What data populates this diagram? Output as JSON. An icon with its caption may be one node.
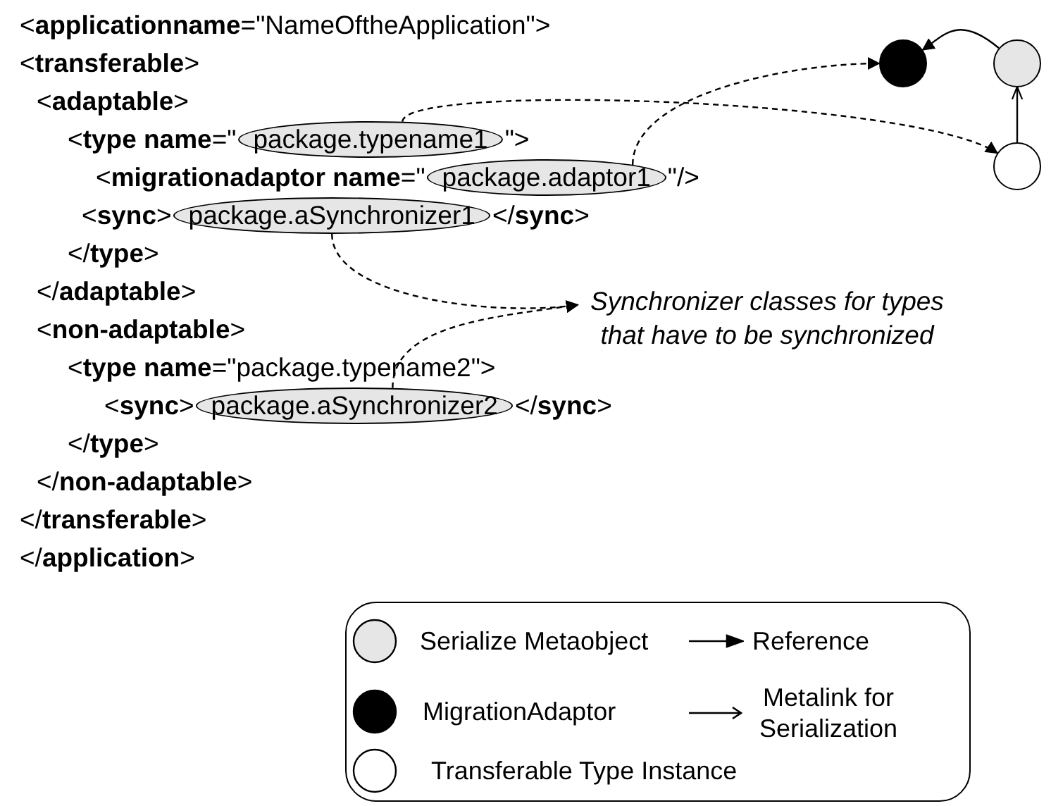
{
  "diagram": {
    "nodes": [
      {
        "text": [
          "package.typename1"
        ]
      },
      {
        "text": [
          "package.adaptor1"
        ]
      },
      {
        "text": [
          "package.aSynchronizer1"
        ]
      },
      {
        "text": [
          "package.aSynchronizer2"
        ]
      },
      {
        "text": [
          "Synchronizer classes for types that have to be synchronized"
        ]
      },
      {
        "text": [],
        "shape": "circle"
      },
      {
        "text": [],
        "shape": "circle"
      },
      {
        "text": [],
        "shape": "circle"
      }
    ],
    "edges": [
      {
        "from": 0,
        "to": 7,
        "arrow": "to",
        "style": "dashed"
      },
      {
        "from": 1,
        "to": 5,
        "arrow": "to",
        "style": "dashed"
      },
      {
        "from": 2,
        "to": 4,
        "arrow": "to",
        "style": "dashed"
      },
      {
        "from": 3,
        "to": 4,
        "arrow": "to",
        "style": "dashed"
      },
      {
        "from": 6,
        "to": 5,
        "arrow": "to"
      },
      {
        "from": 7,
        "to": 6,
        "arrow": "to"
      }
    ],
    "labels": [
      "<**applicationname**=\"NameOftheApplication\">",
      "<**transferable**>",
      "<**adaptable**>",
      "<**type name**=\"",
      "\">",
      "<**migrationadaptor name**=\"",
      "\"/>",
      "<**sync**>",
      "</**sync**>",
      "</**type**>",
      "</**adaptable**>",
      "<**non-adaptable**>",
      "<**type name**=\"package.typename2\">",
      "<**sync**>",
      "</**sync**>",
      "</**type**>",
      "</**non-adaptable**>",
      "</**transferable**>",
      "</**application**>"
    ],
    "legend": [
      {
        "text": "Serialize Metaobject"
      },
      {
        "text": "Reference"
      },
      {
        "text": "MigrationAdaptor"
      },
      {
        "text": "Metalink for Serialization"
      },
      {
        "text": "Transferable Type Instance"
      }
    ]
  }
}
